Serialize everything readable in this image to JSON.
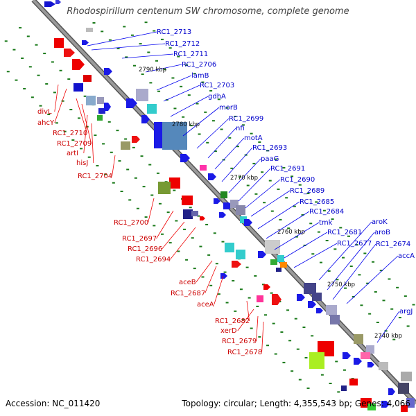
{
  "header": {
    "title": "Rhodospirillum centenum SW chromosome, complete genome"
  },
  "footer": {
    "accession": "Accession: NC_011420",
    "topology": "Topology: circular; Length: 4,355,543 bp; Genes: 4,066"
  },
  "colors": {
    "backbone": "#8a8a8a",
    "plus_label": "#0000cc",
    "minus_label": "#cc0000",
    "tick_dots": "#1a7a1a"
  },
  "ticks": [
    "2790 kbp",
    "2780 kbp",
    "2770 kbp",
    "2760 kbp",
    "2750 kbp",
    "2740 kbp"
  ],
  "labels_plus": [
    "RC1_2713",
    "RC1_2712",
    "RC1_2711",
    "RC1_2706",
    "lamB",
    "RC1_2703",
    "gdhA",
    "morB",
    "RC1_2699",
    "nfi",
    "motA",
    "RC1_2693",
    "paaG",
    "RC1_2691",
    "RC1_2690",
    "RC1_2689",
    "RC1_2685",
    "RC1_2684",
    "tmk",
    "RC1_2681",
    "RC1_2677",
    "aroK",
    "aroB",
    "RC1_2674",
    "accA",
    "argJ"
  ],
  "labels_minus": [
    "divL",
    "ahcY",
    "RC1_2710",
    "RC1_2709",
    "artI",
    "hisJ",
    "RC1_2704",
    "RC1_2700",
    "RC1_2697",
    "RC1_2696",
    "RC1_2694",
    "aceB",
    "RC1_2687",
    "aceA",
    "RC1_2682",
    "xerD",
    "RC1_2679",
    "RC1_2678"
  ]
}
